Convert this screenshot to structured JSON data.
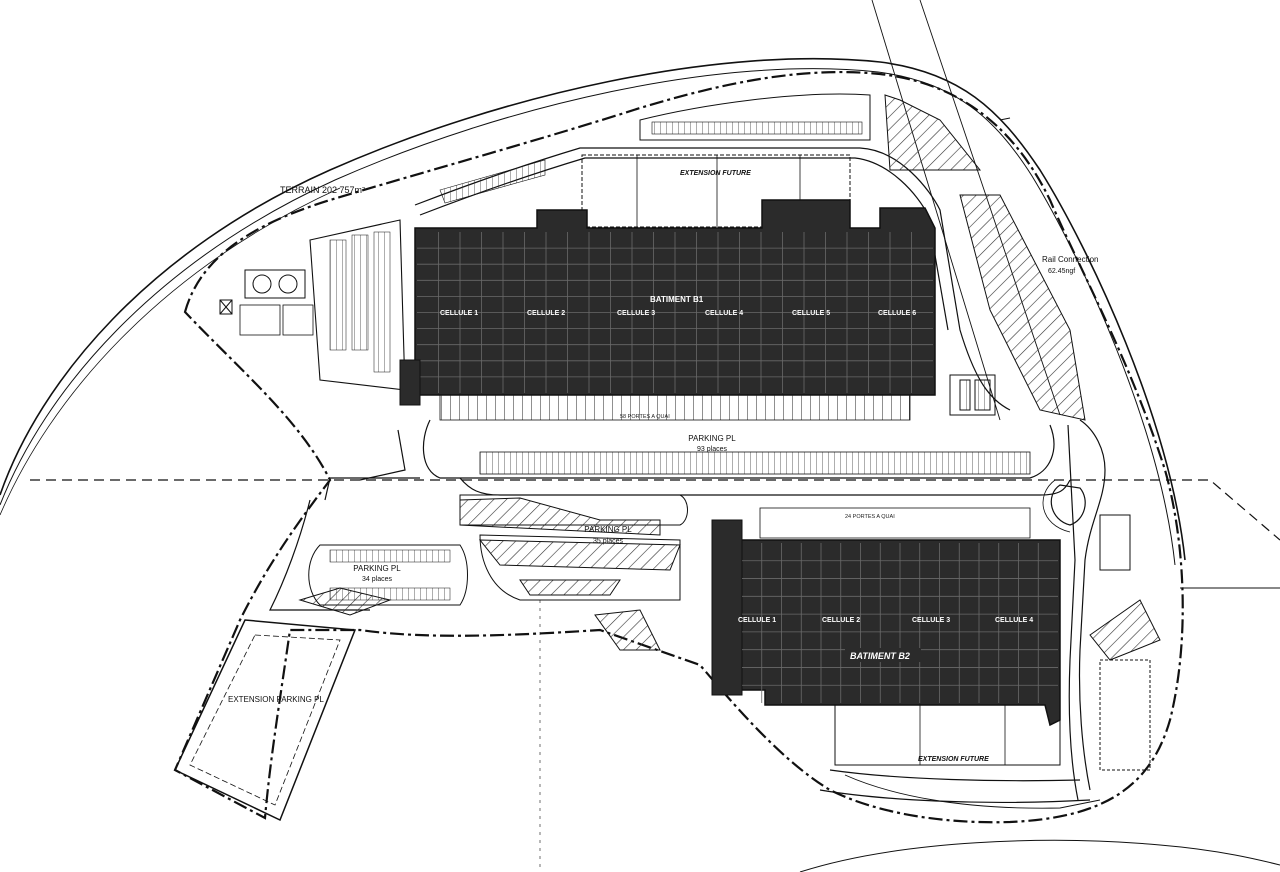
{
  "plan": {
    "terrain_label": "TERRAIN 202 757m²",
    "rail_connection": {
      "line1": "Rail Connection",
      "line2": "62.45ngf"
    },
    "building_1": {
      "label": "BATIMENT B1",
      "cells": [
        "CELLULE 1",
        "CELLULE 2",
        "CELLULE 3",
        "CELLULE 4",
        "CELLULE 5",
        "CELLULE 6"
      ],
      "extension": "EXTENSION FUTURE",
      "docks": "58 PORTES A QUAI"
    },
    "building_2": {
      "label": "BATIMENT B2",
      "cells": [
        "CELLULE 1",
        "CELLULE 2",
        "CELLULE 3",
        "CELLULE 4"
      ],
      "extension": "EXTENSION FUTURE",
      "docks": "24 PORTES A QUAI"
    },
    "parking_pl_main": {
      "name": "PARKING PL",
      "places": "93 places"
    },
    "parking_pl_middle": {
      "name": "PARKING PL",
      "places": "35 places"
    },
    "parking_pl_left": {
      "name": "PARKING PL",
      "places": "34 places"
    },
    "extension_parking": "EXTENSION PARKING PL"
  },
  "colors": {
    "building_fill": "#2b2b2b",
    "building_grid": "#6a6a6a",
    "linework": "#111111",
    "hatch": "#333333",
    "background": "#ffffff"
  }
}
